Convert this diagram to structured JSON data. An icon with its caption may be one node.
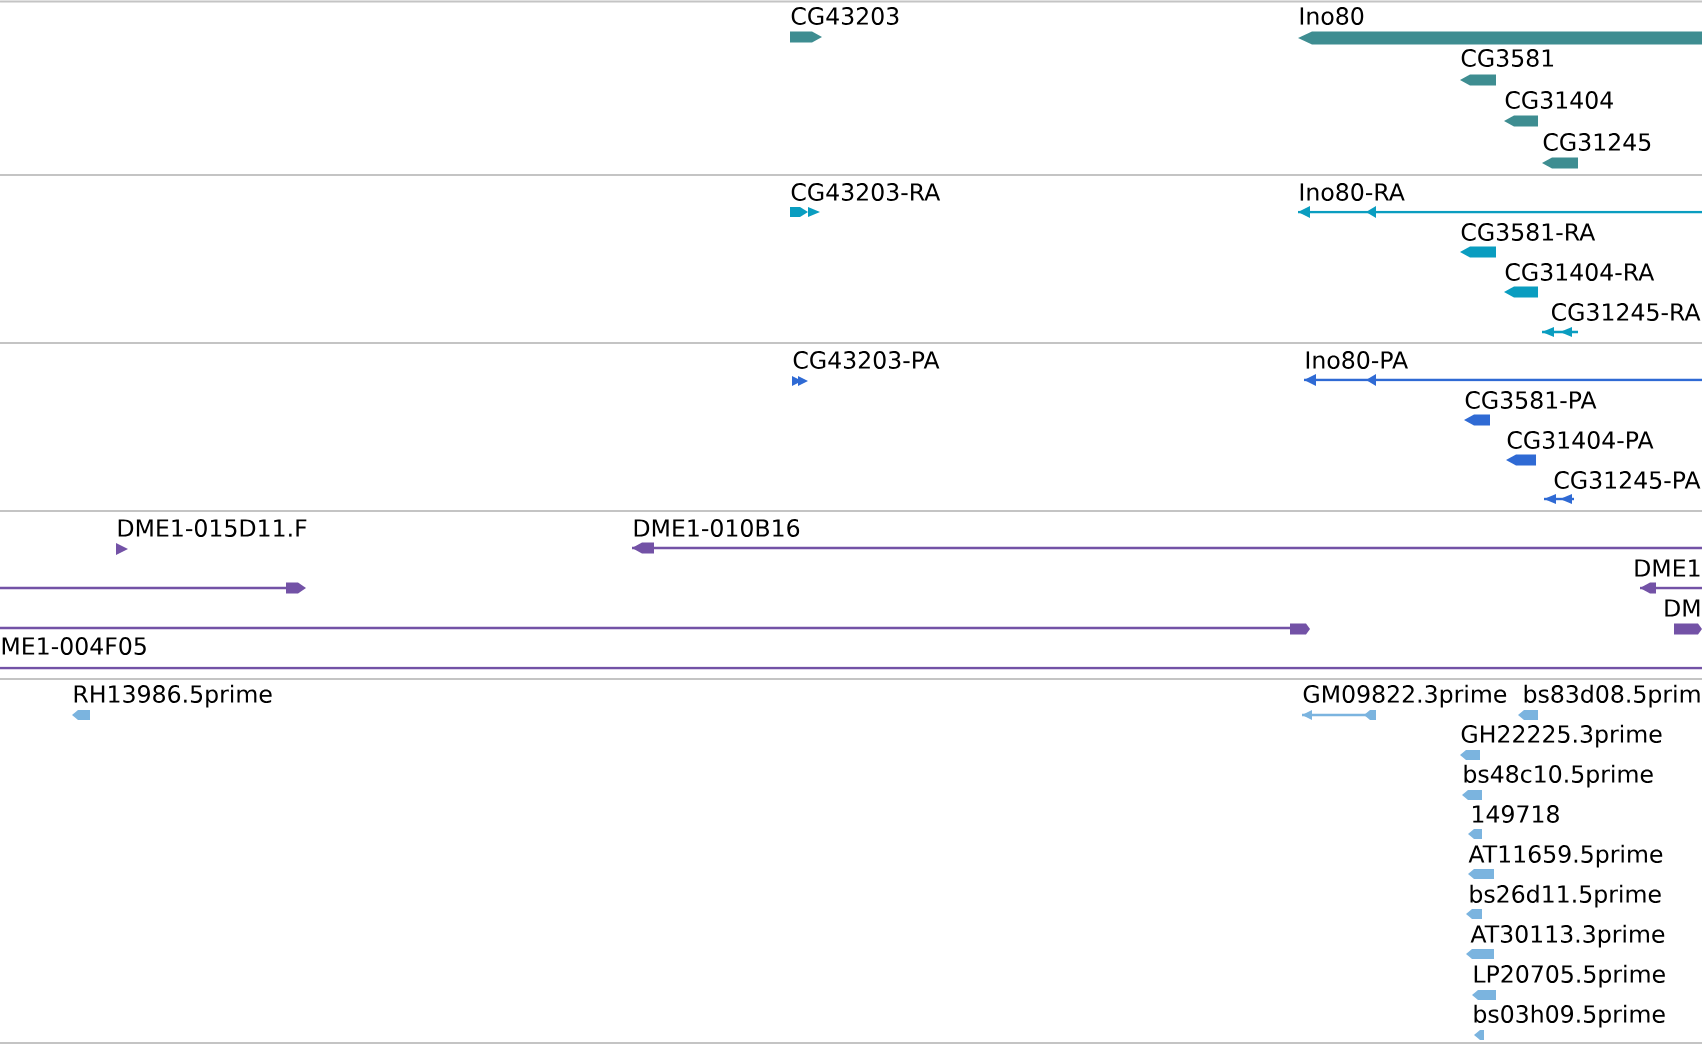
{
  "diagram": {
    "labels": [
      "CG43203",
      "Ino80",
      "CG3581",
      "CG31404",
      "CG31245",
      "CG43203-RA",
      "Ino80-RA",
      "CG3581-RA",
      "CG31404-RA",
      "CG31245-RA",
      "CG43203-PA",
      "Ino80-PA",
      "CG3581-PA",
      "CG31404-PA",
      "CG31245-PA",
      "DME1-015D11.F",
      "DME1-010B16",
      "DME1",
      "DM",
      "ME1-004F05",
      "RH13986.5prime",
      "GM09822.3prime",
      "bs83d08.5prim",
      "GH22225.3prime",
      "bs48c10.5prime",
      "149718",
      "AT11659.5prime",
      "bs26d11.5prime",
      "AT30113.3prime",
      "LP20705.5prime",
      "bs03h09.5prime"
    ]
  }
}
